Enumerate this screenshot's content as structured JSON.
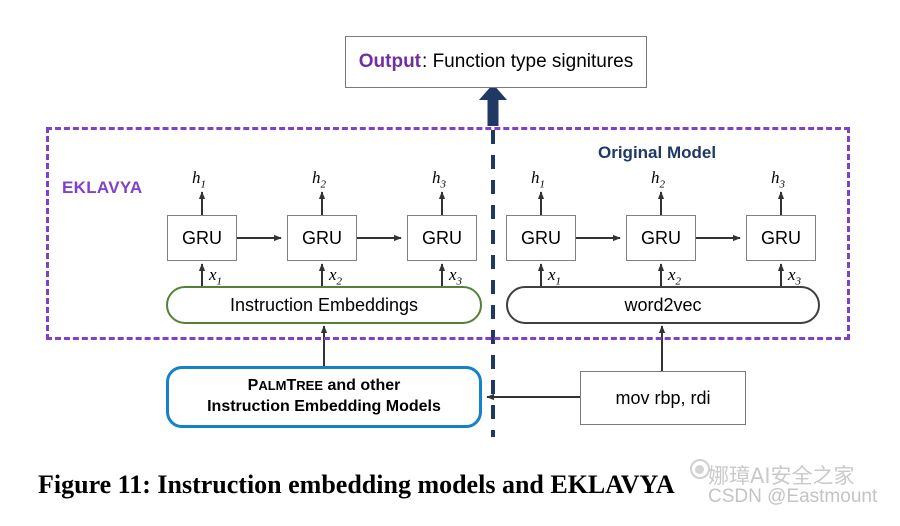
{
  "figure": {
    "caption": "Figure 11: Instruction embedding models and EKLAVYA"
  },
  "output_box": {
    "keyword": "Output",
    "text": ": Function type signitures"
  },
  "regions": {
    "left_label": "EKLAVYA",
    "right_label": "Original Model"
  },
  "left_model": {
    "cells": [
      {
        "label": "GRU",
        "hidden": "h",
        "hidden_sub": "1",
        "input": "x",
        "input_sub": "1"
      },
      {
        "label": "GRU",
        "hidden": "h",
        "hidden_sub": "2",
        "input": "x",
        "input_sub": "2"
      },
      {
        "label": "GRU",
        "hidden": "h",
        "hidden_sub": "3",
        "input": "x",
        "input_sub": "3"
      }
    ],
    "embedding_label": "Instruction Embeddings",
    "source_line1": "and other",
    "source_line2": "Instruction Embedding Models",
    "source_brand_big": "P",
    "source_brand_small1": "ALM",
    "source_brand_big2": "T",
    "source_brand_small2": "REE"
  },
  "right_model": {
    "cells": [
      {
        "label": "GRU",
        "hidden": "h",
        "hidden_sub": "1",
        "input": "x",
        "input_sub": "1"
      },
      {
        "label": "GRU",
        "hidden": "h",
        "hidden_sub": "2",
        "input": "x",
        "input_sub": "2"
      },
      {
        "label": "GRU",
        "hidden": "h",
        "hidden_sub": "3",
        "input": "x",
        "input_sub": "3"
      }
    ],
    "embedding_label": "word2vec",
    "instruction": "mov rbp, rdi"
  },
  "colors": {
    "purple": "#8241c4",
    "output_keyword": "#7030a0",
    "navy": "#1f3864",
    "green": "#548235",
    "blue": "#1482c8",
    "box_border": "#7a7a7a"
  },
  "watermark": {
    "chinese": "娜璋AI安全之家",
    "english": "CSDN @Eastmount"
  }
}
